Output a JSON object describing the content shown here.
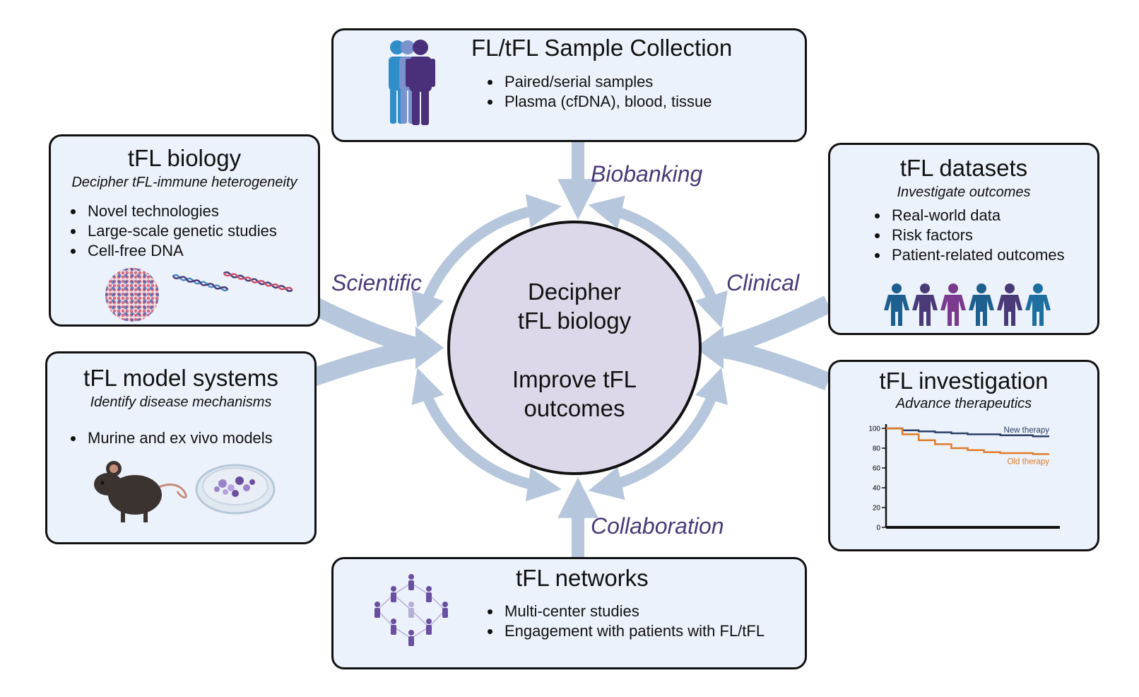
{
  "center": {
    "line1": "Decipher",
    "line2": "tFL biology",
    "line3": "Improve tFL",
    "line4": "outcomes"
  },
  "labels": {
    "biobanking": "Biobanking",
    "scientific": "Scientific",
    "clinical": "Clinical",
    "collaboration": "Collaboration"
  },
  "boxes": {
    "sample": {
      "title": "FL/tFL Sample Collection",
      "items": [
        "Paired/serial samples",
        "Plasma (cfDNA), blood, tissue"
      ]
    },
    "biology": {
      "title": "tFL biology",
      "subtitle": "Decipher tFL-immune heterogeneity",
      "items": [
        "Novel technologies",
        "Large-scale genetic studies",
        "Cell-free DNA"
      ]
    },
    "models": {
      "title": "tFL model systems",
      "subtitle": "Identify disease mechanisms",
      "items": [
        "Murine and ex vivo models"
      ]
    },
    "datasets": {
      "title": "tFL datasets",
      "subtitle": "Investigate outcomes",
      "items": [
        "Real-world data",
        "Risk factors",
        "Patient-related outcomes"
      ]
    },
    "investigation": {
      "title": "tFL investigation",
      "subtitle": "Advance therapeutics"
    },
    "networks": {
      "title": "tFL networks",
      "items": [
        "Multi-center studies",
        "Engagement with patients with FL/tFL"
      ]
    }
  },
  "colors": {
    "box_fill": "#ebf2fb",
    "arrow": "#b6c6dc",
    "circle_fill": "#dcd8e9",
    "label": "#4a3a78",
    "new_therapy": "#2c3e66",
    "old_therapy": "#e07b2a"
  },
  "chart_data": {
    "type": "line",
    "x": [
      0,
      1,
      2,
      3,
      4,
      5,
      6,
      7,
      8,
      9,
      10
    ],
    "series": [
      {
        "name": "New therapy",
        "values": [
          100,
          98,
          97,
          96,
          95,
          94,
          94,
          93,
          93,
          92,
          92
        ]
      },
      {
        "name": "Old therapy",
        "values": [
          100,
          94,
          88,
          84,
          80,
          78,
          76,
          75,
          75,
          74,
          74
        ]
      }
    ],
    "yticks": [
      "0",
      "20",
      "40",
      "60",
      "80",
      "100"
    ],
    "ylim": [
      0,
      100
    ],
    "legend": "inline-right"
  }
}
